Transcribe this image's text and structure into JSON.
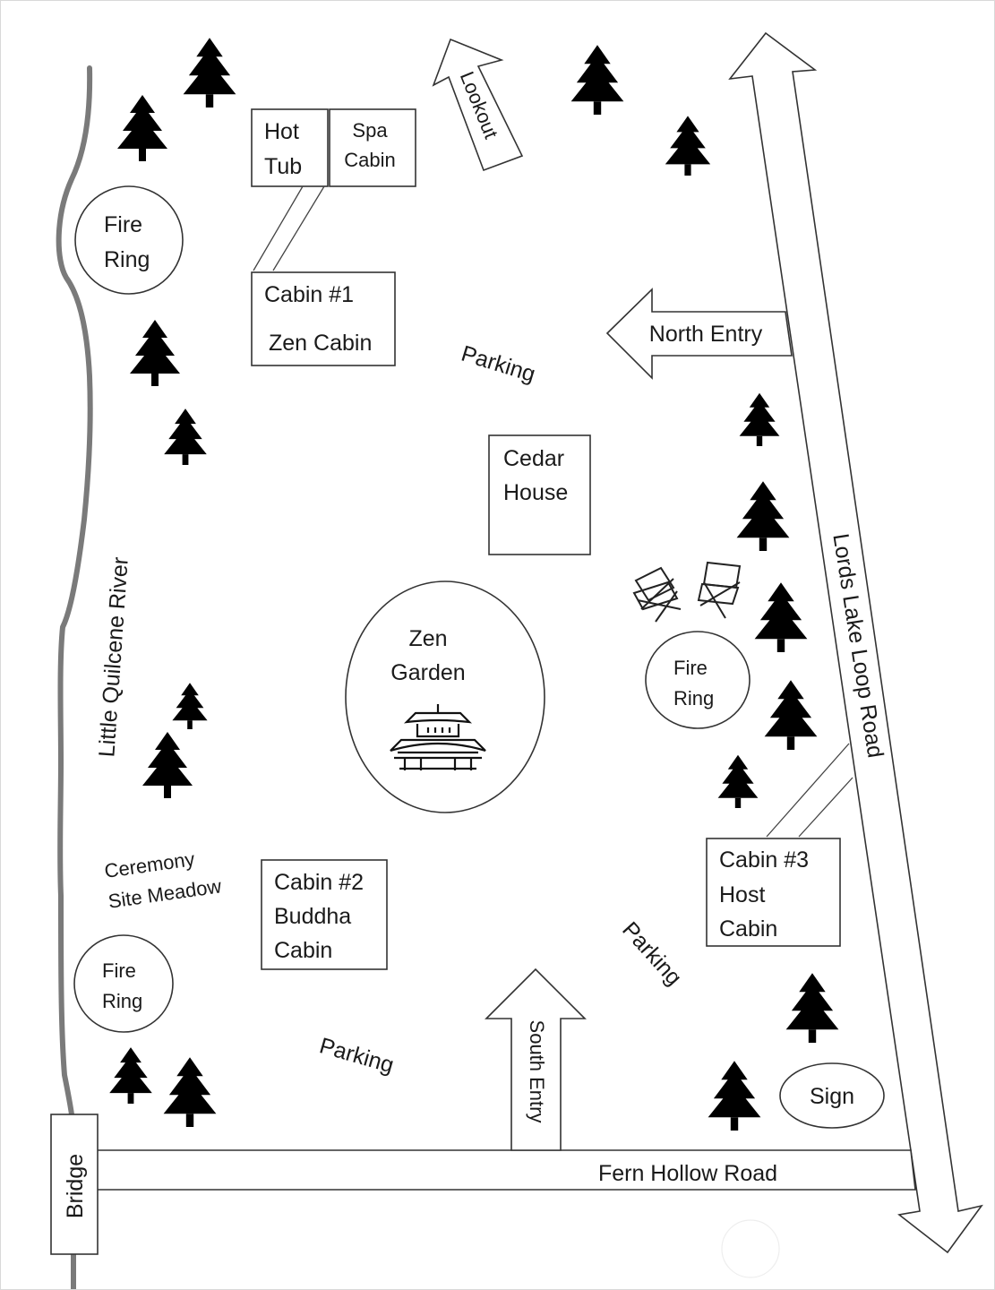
{
  "map": {
    "river_label": "Little Quilcene River",
    "road_east_label": "Lords Lake Loop Road",
    "road_south_label": "Fern Hollow Road",
    "bridge_label": "Bridge",
    "lookout_label": "Lookout",
    "north_entry_label": "North Entry",
    "south_entry_label": "South Entry",
    "hot_tub": [
      "Hot",
      "Tub"
    ],
    "spa_cabin": [
      "Spa",
      "Cabin"
    ],
    "cabin1": [
      "Cabin #1",
      "Zen Cabin"
    ],
    "cedar_house": [
      "Cedar",
      "House"
    ],
    "zen_garden": [
      "Zen",
      "Garden"
    ],
    "cabin2": [
      "Cabin #2",
      "Buddha",
      "Cabin"
    ],
    "cabin3": [
      "Cabin #3",
      "Host",
      "Cabin"
    ],
    "fire_ring": [
      "Fire",
      "Ring"
    ],
    "ceremony_site": [
      "Ceremony",
      "Site Meadow"
    ],
    "parking_label": "Parking",
    "sign_label": "Sign"
  },
  "icons": [
    "tree-icon",
    "pagoda-icon",
    "camp-chair-icon"
  ]
}
